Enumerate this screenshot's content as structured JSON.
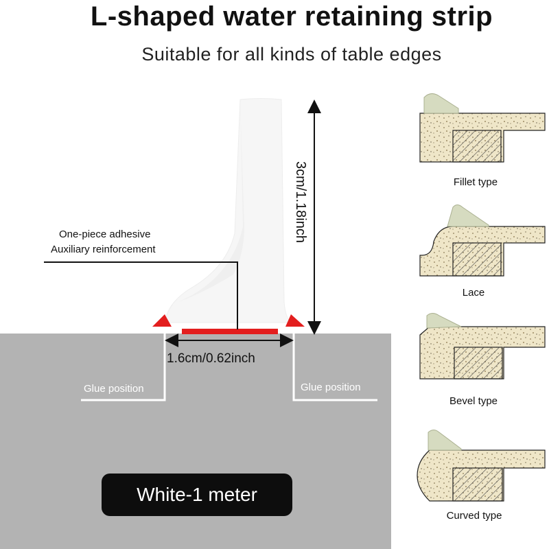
{
  "header": {
    "title": "L-shaped water retaining strip",
    "subtitle": "Suitable for all kinds of table edges"
  },
  "diagram": {
    "adhesive_label_line1": "One-piece adhesive",
    "adhesive_label_line2": "Auxiliary reinforcement",
    "height_label": "3cm/1.18inch",
    "width_label": "1.6cm/0.62inch",
    "glue_left": "Glue position",
    "glue_right": "Glue position",
    "color_length": "White-1 meter",
    "colors": {
      "table": "#b3b3b3",
      "glue_marker": "#e31e1e",
      "strip": "#f4f4f4",
      "countertop": "#efe6c8",
      "strip_profile": "#d9ddc4"
    }
  },
  "edge_types": [
    {
      "caption": "Fillet type"
    },
    {
      "caption": "Lace"
    },
    {
      "caption": "Bevel type"
    },
    {
      "caption": "Curved type"
    }
  ]
}
